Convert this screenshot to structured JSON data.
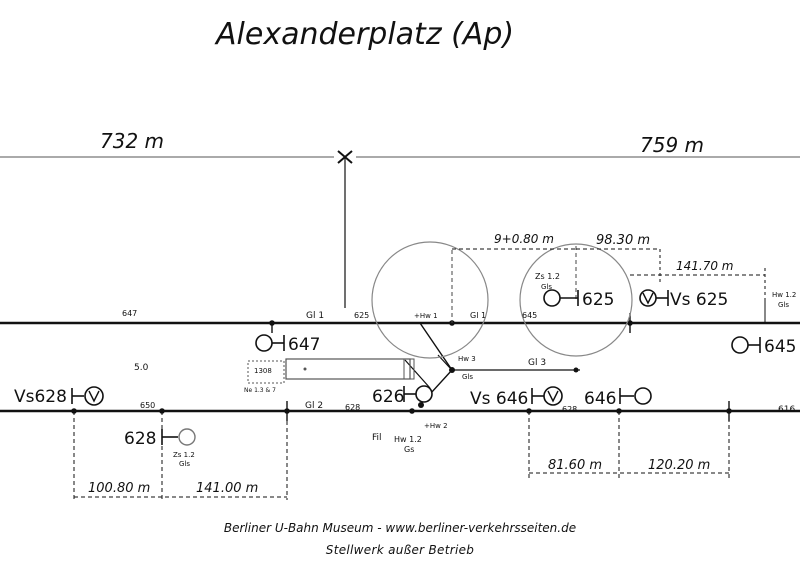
{
  "title": "Alexanderplatz (Ap)",
  "distances": {
    "left_km": "732 m",
    "right_km": "759 m",
    "d_90_80": "9+0.80 m",
    "d_98_30": "98.30 m",
    "d_141_70": "141.70 m",
    "d_81_60": "81.60 m",
    "d_120_20": "120.20 m",
    "d_100_80": "100.80 m",
    "d_141_00": "141.00 m"
  },
  "signals": {
    "s625": "625",
    "vs625": "Vs 625",
    "s647": "647",
    "s645": "645",
    "vs628": "Vs628",
    "s626": "626",
    "vs646": "Vs 646",
    "s646": "646",
    "s628": "628"
  },
  "track_labels": {
    "t647": "647",
    "t625": "625",
    "gl1": "Gl 1",
    "gl1b": "Gl 1",
    "t645": "645",
    "gl3": "Gl 3",
    "t650": "650",
    "gl2": "Gl 2",
    "t628": "628",
    "t628b": "628",
    "t616": "616",
    "t50": "5.0"
  },
  "notes": {
    "n625": "Zs 1.2",
    "n625b": "Gls",
    "hw1": "+Hw 1",
    "hw3": "Hw 3",
    "hw3b": "Gls",
    "hw2": "+Hw 2",
    "fil": "Fil",
    "hw12": "Hw 1.2",
    "gs": "Gs",
    "n628": "Zs 1.2",
    "n628b": "Gls",
    "hwr": "Hw 1.2",
    "hwrb": "Gls",
    "box": "1308",
    "boxb": "Ne 1.3 & 7"
  },
  "credit": "Berliner U-Bahn Museum - www.berliner-verkehrsseiten.de",
  "status": "Stellwerk außer Betrieb",
  "colors": {
    "ink": "#111111",
    "grey": "#777777",
    "paper": "#ffffff"
  }
}
